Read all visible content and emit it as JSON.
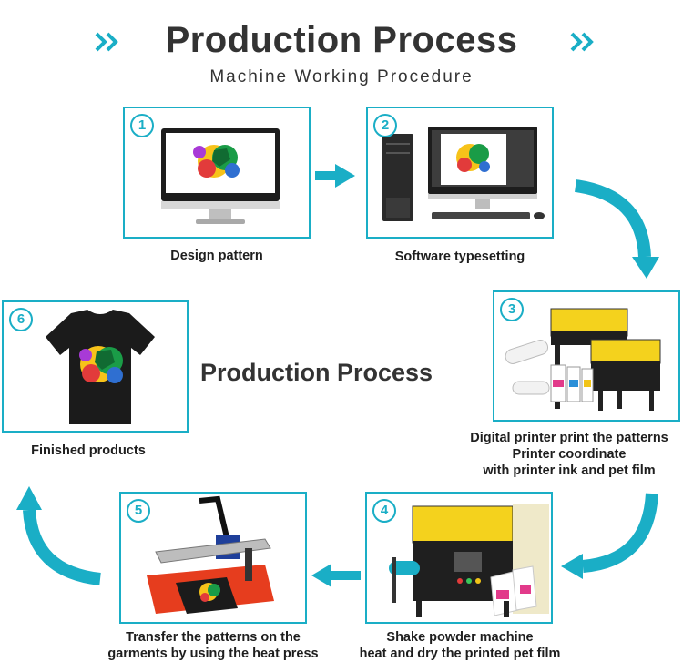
{
  "header": {
    "title": "Production Process",
    "subtitle": "Machine Working Procedure"
  },
  "center_label": "Production Process",
  "colors": {
    "accent": "#1aaec6",
    "title": "#333333"
  },
  "steps": [
    {
      "number": "1",
      "caption": "Design pattern",
      "icon": "monitor-icon"
    },
    {
      "number": "2",
      "caption": "Software typesetting",
      "icon": "desktop-computer-icon"
    },
    {
      "number": "3",
      "caption_lines": [
        "Digital printer print the patterns",
        "Printer coordinate",
        "with printer ink and pet film"
      ],
      "icon": "dtf-printer-icon"
    },
    {
      "number": "4",
      "caption_lines": [
        "Shake powder machine",
        "heat and dry the printed pet film"
      ],
      "icon": "powder-shaker-icon"
    },
    {
      "number": "5",
      "caption_lines": [
        "Transfer the patterns on the",
        "garments by using the heat press"
      ],
      "icon": "heat-press-icon"
    },
    {
      "number": "6",
      "caption": "Finished products",
      "icon": "tshirt-icon"
    }
  ]
}
